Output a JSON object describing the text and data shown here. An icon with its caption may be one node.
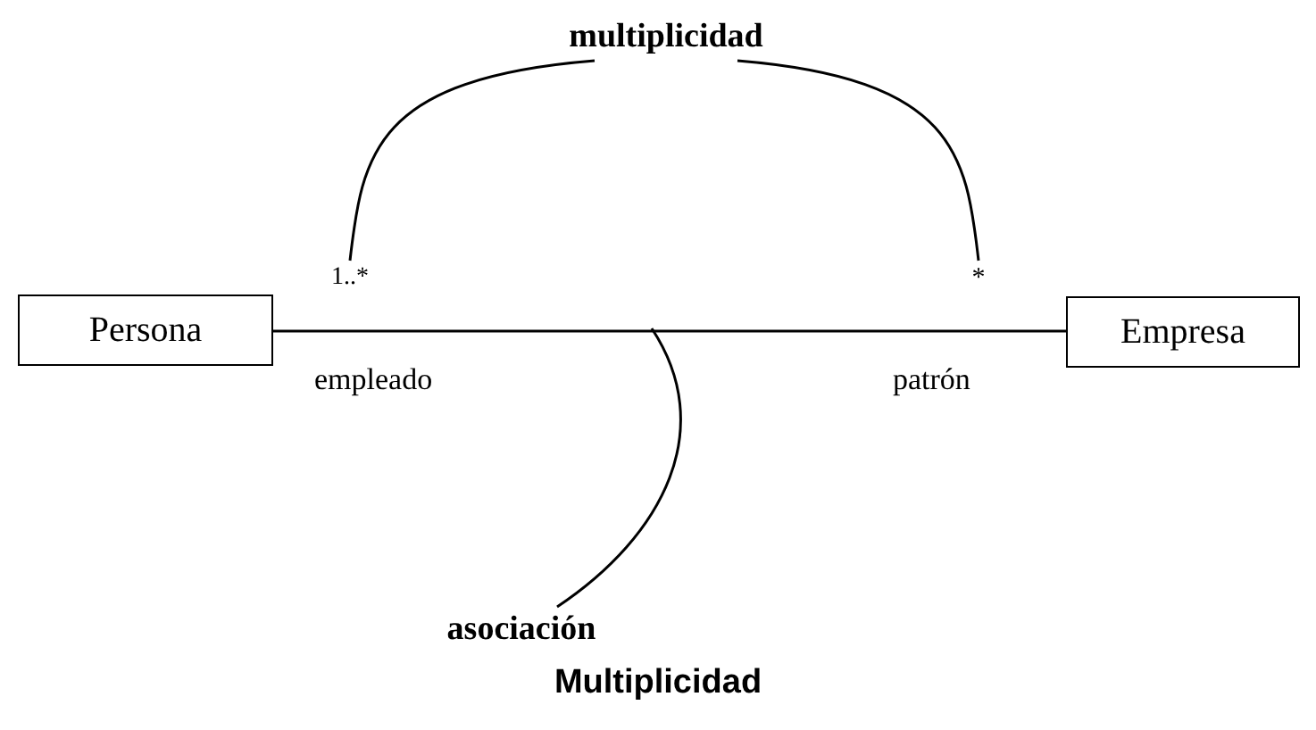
{
  "diagram": {
    "caption": "Multiplicidad",
    "nodes": [
      {
        "text": [
          "multiplicidad"
        ]
      },
      {
        "text": [
          "1..*"
        ]
      },
      {
        "text": [
          "*"
        ]
      },
      {
        "text": [
          "Persona"
        ]
      },
      {
        "text": [
          "Empresa"
        ]
      },
      {
        "text": [
          "asociación"
        ]
      }
    ],
    "edges": [
      {
        "from": 3,
        "to": 4,
        "arrow": "none"
      },
      {
        "from": 0,
        "to": 1,
        "arrow": "none"
      },
      {
        "from": 0,
        "to": 2,
        "arrow": "none"
      },
      {
        "from": 5,
        "to": null,
        "arrow": "none"
      }
    ],
    "labels": [
      "empleado",
      "patrón"
    ]
  }
}
